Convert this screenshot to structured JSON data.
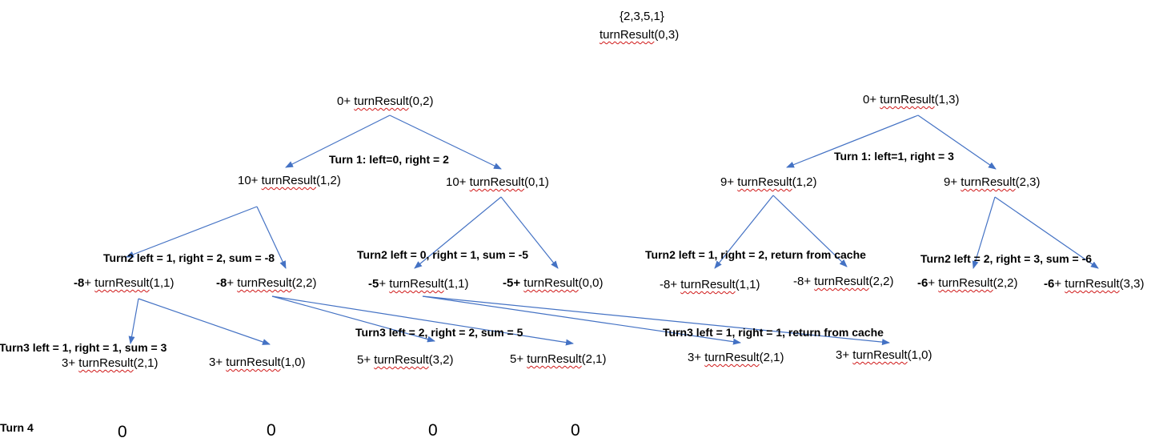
{
  "root": {
    "array": "{2,3,5,1}",
    "fn": "turnResult",
    "args": "(0,3)"
  },
  "nodes": {
    "l1a": {
      "prefix": "0+ ",
      "fn": "turnResult",
      "args": "(0,2)"
    },
    "l1b": {
      "prefix": "0+ ",
      "fn": "turnResult",
      "args": "(1,3)"
    },
    "l2a": {
      "prefix": "10+ ",
      "fn": "turnResult",
      "args": "(1,2)"
    },
    "l2b": {
      "prefix": "10+ ",
      "fn": "turnResult",
      "args": "(0,1)"
    },
    "l2c": {
      "prefix": "9+ ",
      "fn": "turnResult",
      "args": "(1,2)"
    },
    "l2d": {
      "prefix": "9+ ",
      "fn": "turnResult",
      "args": "(2,3)"
    },
    "l3a": {
      "prefix": "-8",
      "suffix": "+ ",
      "fn": "turnResult",
      "args": "(1,1)"
    },
    "l3b": {
      "prefix": "-8",
      "suffix": "+ ",
      "fn": "turnResult",
      "args": "(2,2)"
    },
    "l3c": {
      "prefix": "-5",
      "suffix": "+ ",
      "fn": "turnResult",
      "args": "(1,1)"
    },
    "l3d": {
      "prefix": "-5+",
      "suffix": " ",
      "fn": "turnResult",
      "args": "(0,0)"
    },
    "l3e": {
      "prefix": "-8+ ",
      "fn": "turnResult",
      "args": "(1,1)"
    },
    "l3f": {
      "prefix": "-8+ ",
      "fn": "turnResult",
      "args": "(2,2)"
    },
    "l3g": {
      "prefix": "-6",
      "suffix": "+ ",
      "fn": "turnResult",
      "args": "(2,2)"
    },
    "l3h": {
      "prefix": "-6",
      "suffix": "+ ",
      "fn": "turnResult",
      "args": "(3,3)"
    },
    "l4a": {
      "prefix": "3+ ",
      "fn": "turnResult",
      "args": "(2,1)"
    },
    "l4b": {
      "prefix": "3+ ",
      "fn": "turnResult",
      "args": "(1,0)"
    },
    "l4c": {
      "prefix": "5+ ",
      "fn": "turnResult",
      "args": "(3,2)"
    },
    "l4d": {
      "prefix": "5+ ",
      "fn": "turnResult",
      "args": "(2,1)"
    },
    "l4e": {
      "prefix": "3+ ",
      "fn": "turnResult",
      "args": "(2,1)"
    },
    "l4f": {
      "prefix": "3+ ",
      "fn": "turnResult",
      "args": "(1,0)"
    }
  },
  "labels": {
    "turn1_left": "Turn 1: left=0, right = 2",
    "turn1_right": "Turn 1: left=1, right = 3",
    "turn2_a": "Turn2 left = 1, right = 2, sum = -8",
    "turn2_b": "Turn2 left = 0, right = 1, sum = -5",
    "turn2_c": "Turn2 left = 1, right = 2, return from cache",
    "turn2_d": "Turn2 left = 2, right = 3, sum = -6",
    "turn3_a": "Turn3 left = 1, right = 1, sum = 3",
    "turn3_b": "Turn3 left = 2, right = 2, sum = 5",
    "turn3_c": "Turn3 left = 1, right = 1, return from cache",
    "turn4": "Turn 4"
  },
  "zeros": [
    "0",
    "0",
    "0",
    "0"
  ],
  "colors": {
    "edge": "#4472c4",
    "text": "#000000",
    "spellcheck_underline": "#d01818"
  }
}
